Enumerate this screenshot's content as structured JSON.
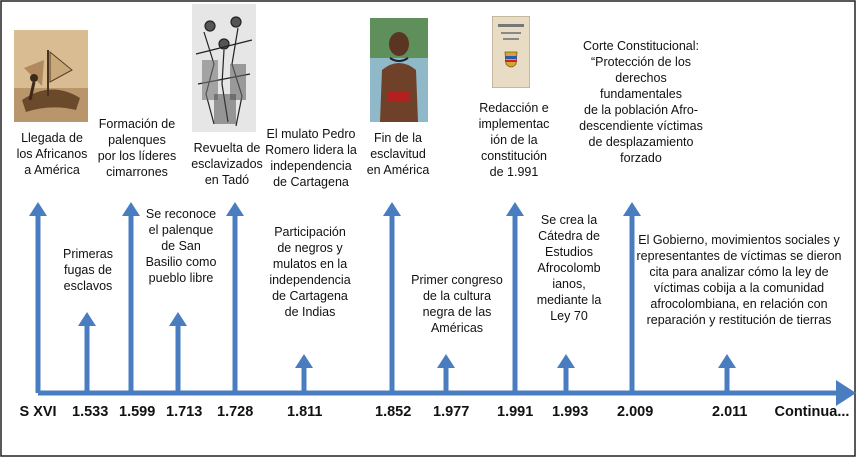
{
  "timeline": {
    "colors": {
      "arrow": "#4a7dc0",
      "border": "#222222"
    },
    "years": [
      "S XVI",
      "1.533",
      "1.599",
      "1.713",
      "1.728",
      "1.811",
      "1.852",
      "1.977",
      "1.991",
      "1.993",
      "2.009",
      "2.011",
      "Continua..."
    ],
    "events": [
      {
        "text": "Llegada  de\nlos Africanos\na América"
      },
      {
        "text": "Primeras\nfugas de\nesclavos"
      },
      {
        "text": "Formación de\npalenques\npor los líderes\ncimarrones"
      },
      {
        "text": "Se reconoce\nel palenque\nde San\nBasilio como\npueblo libre"
      },
      {
        "text": "Revuelta de\nesclavizados\nen Tadó"
      },
      {
        "text": "El mulato Pedro\nRomero lidera la\nindependencia\nde Cartagena"
      },
      {
        "text": "Participación\nde negros y\nmulatos en la\nindependencia\nde Cartagena\nde Indias"
      },
      {
        "text": "Fin de la\nesclavitud\nen América"
      },
      {
        "text": "Primer congreso\nde la cultura\nnegra de las\nAméricas"
      },
      {
        "text": "Redacción e\nimplementac\nión de la\nconstitución\nde 1.991"
      },
      {
        "text": "Se crea la\nCátedra de\nEstudios\nAfrocolomb\nianos,\nmediante la\nLey 70"
      },
      {
        "text": "Corte Constitucional:\n“Protección de los\nderechos\nfundamentales\nde la población Afro-\ndescendiente víctimas\nde desplazamiento\nforzado"
      },
      {
        "text": "El Gobierno, movimientos sociales y\nrepresentantes  de víctimas se dieron\ncita para analizar cómo la ley de\nvíctimas cobija a la comunidad\nafrocolombiana, en relación con\nreparación y restitución de tierras"
      }
    ],
    "images": [
      {
        "name": "ship-illustration"
      },
      {
        "name": "revolt-engraving"
      },
      {
        "name": "freed-man-photo"
      },
      {
        "name": "constitution-book"
      }
    ]
  }
}
